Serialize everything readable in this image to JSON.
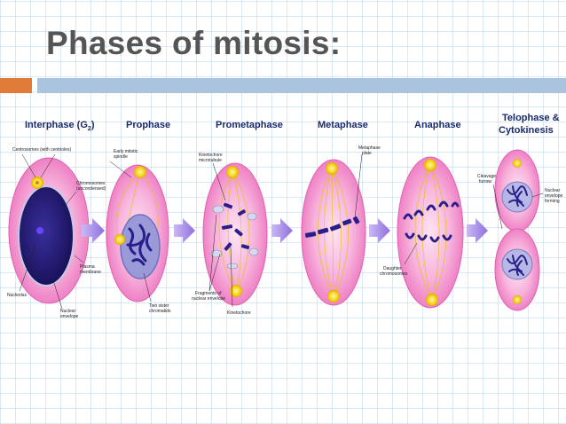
{
  "slide": {
    "title": "Phases of mitosis:"
  },
  "colors": {
    "title": "#555555",
    "accent_orange": "#e07b39",
    "accent_blue": "#a9c4dc",
    "cell_pink": "#f18ac8",
    "chromosome_blue": "#2a1f8a",
    "arrow_purple": "#9a7fe0"
  },
  "figure": {
    "phases": [
      {
        "label": "Interphase (G",
        "subscript": "2",
        "label_close": ")"
      },
      {
        "label": "Prophase"
      },
      {
        "label": "Prometaphase"
      },
      {
        "label": "Metaphase"
      },
      {
        "label": "Anaphase"
      },
      {
        "label": "Telophase &",
        "label_line2": "Cytokinesis"
      }
    ],
    "annotations": {
      "interphase": {
        "centrosomes": "Centrosomes (with centrioles)",
        "chromosomes": "Chromosomes",
        "chromosomes2": "(uncondensed)",
        "nucleolus": "Nucleolus",
        "nuclear_envelope": "Nuclear",
        "nuclear_envelope2": "envelope",
        "plasma_membrane": "Plasma",
        "plasma_membrane2": "membrane"
      },
      "prophase": {
        "spindle": "Early mitotic",
        "spindle2": "spindle",
        "chromatids": "Two sister",
        "chromatids2": "chromatids"
      },
      "prometaphase": {
        "kinetochore_mt": "Kinetochore",
        "kinetochore_mt2": "microtubule",
        "fragments": "Fragments of",
        "fragments2": "nuclear envelope",
        "kinetochore": "Kinetochore"
      },
      "metaphase": {
        "plate": "Metaphase",
        "plate2": "plate"
      },
      "anaphase": {
        "daughter": "Daughter",
        "daughter2": "chromosomes"
      },
      "telophase": {
        "cleavage": "Cleavage",
        "cleavage2": "furrow",
        "envelope": "Nuclear",
        "envelope2": "envelope",
        "envelope3": "forming"
      }
    }
  }
}
